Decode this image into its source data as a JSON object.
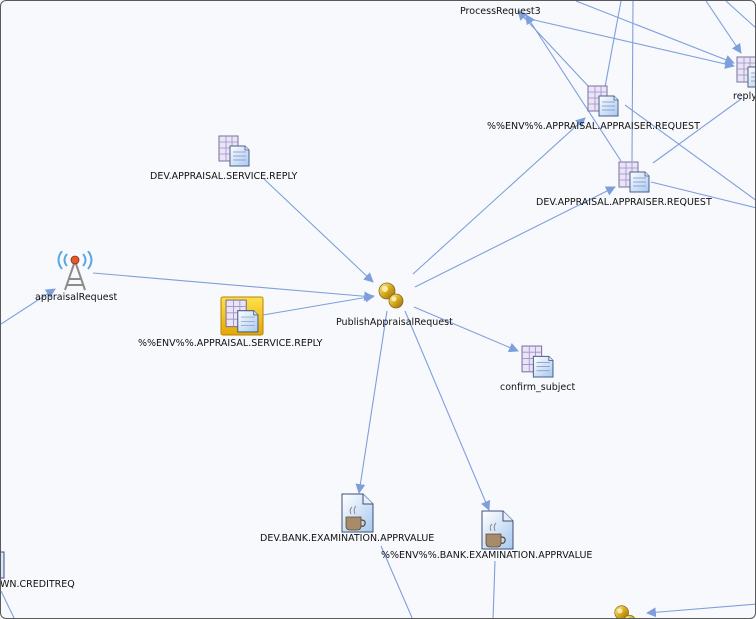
{
  "nodes": [
    {
      "id": "processRequest3",
      "label": "ProcessRequest3",
      "icon": "process-icon"
    },
    {
      "id": "reply",
      "label": "reply",
      "icon": "destination-icon"
    },
    {
      "id": "envAppraiserRequest",
      "label": "%%ENV%%.APPRAISAL.APPRAISER.REQUEST",
      "icon": "destination-icon"
    },
    {
      "id": "devServiceReply",
      "label": "DEV.APPRAISAL.SERVICE.REPLY",
      "icon": "destination-icon"
    },
    {
      "id": "devAppraiserRequest",
      "label": "DEV.APPRAISAL.APPRAISER.REQUEST",
      "icon": "destination-icon"
    },
    {
      "id": "appraisalRequest",
      "label": "appraisalRequest",
      "icon": "broadcast-tower-icon"
    },
    {
      "id": "publishAppraisalRequest",
      "label": "PublishAppraisalRequest",
      "icon": "publisher-icon"
    },
    {
      "id": "envServiceReply",
      "label": "%%ENV%%.APPRAISAL.SERVICE.REPLY",
      "icon": "destination-icon",
      "selected": true
    },
    {
      "id": "confirmSubject",
      "label": "confirm_subject",
      "icon": "destination-icon"
    },
    {
      "id": "devBankApprvalue",
      "label": "DEV.BANK.EXAMINATION.APPRVALUE",
      "icon": "java-file-icon"
    },
    {
      "id": "envBankApprvalue",
      "label": "%%ENV%%.BANK.EXAMINATION.APPRVALUE",
      "icon": "java-file-icon"
    },
    {
      "id": "creditReq",
      "label": "WN.CREDITREQ",
      "icon": "destination-icon"
    },
    {
      "id": "bottomProcess",
      "label": "",
      "icon": "publisher-icon"
    }
  ],
  "colors": {
    "edge": "#7f9fdb",
    "background": "#f8f9fd",
    "selection": "#f2c200"
  }
}
